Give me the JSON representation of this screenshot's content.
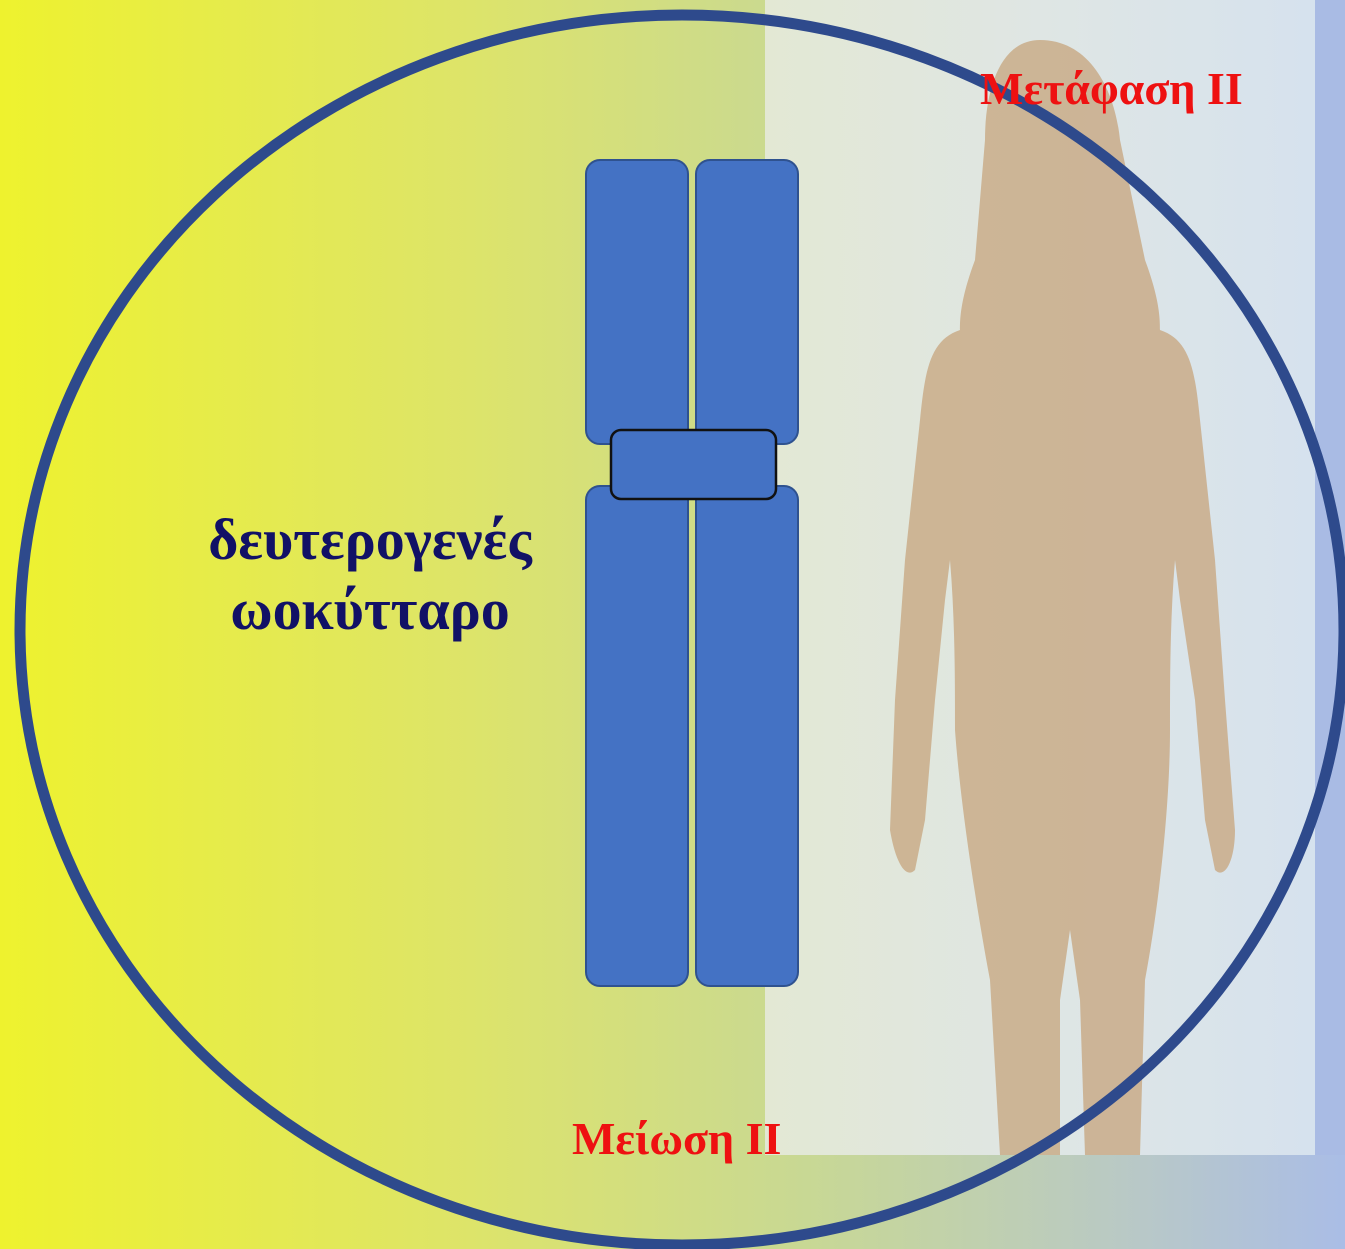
{
  "labels": {
    "metaphase": "Μετάφαση ΙΙ",
    "meiosis": "Μείωση ΙΙ",
    "cell_line1": "δευτερογενές",
    "cell_line2": "ωοκύτταρο"
  },
  "colors": {
    "circle_stroke": "#2e4a8c",
    "chromatid_fill": "#4472c4",
    "label_red": "#ee1111",
    "label_title": "#111166"
  }
}
